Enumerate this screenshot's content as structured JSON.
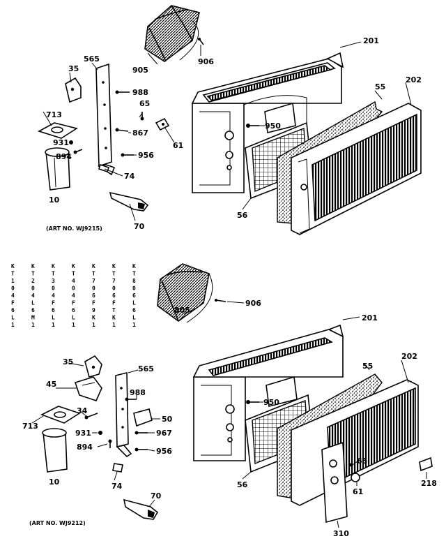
{
  "top_section": {
    "labels": {
      "p201": "201",
      "p202": "202",
      "p55": "55",
      "p906": "906",
      "p905": "905",
      "p565": "565",
      "p35": "35",
      "p988": "988",
      "p65": "65",
      "p713": "713",
      "p867": "867",
      "p61": "61",
      "p950": "950",
      "p931": "931",
      "p894": "894",
      "p956": "956",
      "p74": "74",
      "p10": "10",
      "p56": "56",
      "p70": "70"
    },
    "art_no": "(ART NO. WJ9215)"
  },
  "model_numbers": [
    [
      "K",
      "T",
      "1",
      "0",
      "4",
      "F",
      "6",
      "L",
      "1"
    ],
    [
      "K",
      "T",
      "2",
      "0",
      "4",
      "L",
      "6",
      "M",
      "1"
    ],
    [
      "K",
      "T",
      "3",
      "0",
      "4",
      "F",
      "6",
      "L",
      "1"
    ],
    [
      "K",
      "T",
      "4",
      "0",
      "4",
      "F",
      "6",
      "L",
      "1"
    ],
    [
      "K",
      "T",
      "7",
      "0",
      "6",
      "F",
      "9",
      "K",
      "1"
    ],
    [
      "K",
      "T",
      "7",
      "0",
      "6",
      "F",
      "T",
      "K",
      "1"
    ],
    [
      "K",
      "T",
      "8",
      "0",
      "6",
      "L",
      "6",
      "L",
      "1"
    ]
  ],
  "bottom_section": {
    "labels": {
      "p805": "805",
      "p906": "906",
      "p201": "201",
      "p35": "35",
      "p565": "565",
      "p45": "45",
      "p55": "55",
      "p202": "202",
      "p988": "988",
      "p950": "950",
      "p34": "34",
      "p50": "50",
      "p713": "713",
      "p931": "931",
      "p967": "967",
      "p894": "894",
      "p956": "956",
      "p65": "65",
      "p10": "10",
      "p61": "61",
      "p74": "74",
      "p218": "218",
      "p56": "56",
      "p70": "70",
      "p310": "310"
    },
    "art_no": "(ART NO. WJ9212)"
  }
}
